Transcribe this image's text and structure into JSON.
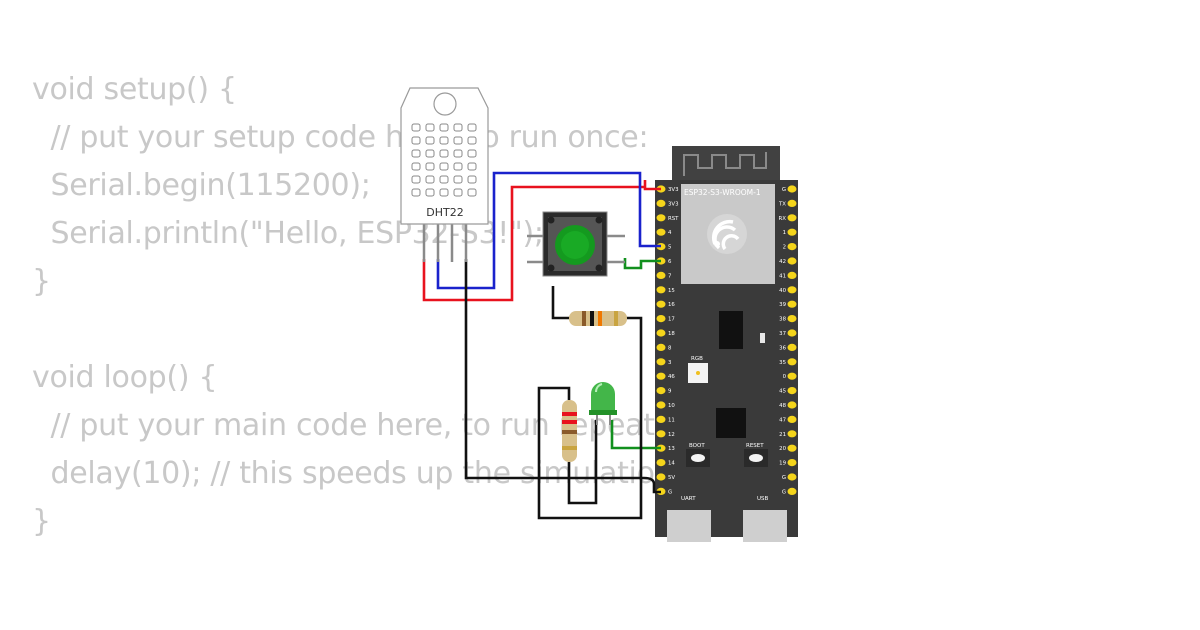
{
  "code_lines": [
    "void setup() {",
    "  // put your setup code here, to run once:",
    "  Serial.begin(115200);",
    "  Serial.println(\"Hello, ESP32-S3!\");",
    "}",
    "",
    "void loop() {",
    "  // put your main code here, to run repeatedly:",
    "  delay(10); // this speeds up the simulation",
    "}"
  ],
  "components": {
    "sensor_label": "DHT22",
    "module_label": "ESP32-S3-WROOM-1",
    "rgb_label": "RGB",
    "boot_label": "BOOT",
    "reset_label": "RESET",
    "uart_label": "UART",
    "usb_label": "USB"
  },
  "board": {
    "left_pins": [
      "3V3",
      "3V3",
      "RST",
      "4",
      "5",
      "6",
      "7",
      "15",
      "16",
      "17",
      "18",
      "8",
      "3",
      "46",
      "9",
      "10",
      "11",
      "12",
      "13",
      "14",
      "5V",
      "G"
    ],
    "right_pins": [
      "G",
      "TX",
      "RX",
      "1",
      "2",
      "42",
      "41",
      "40",
      "39",
      "38",
      "37",
      "36",
      "35",
      "0",
      "45",
      "48",
      "47",
      "21",
      "20",
      "19",
      "G",
      "G"
    ]
  },
  "colors": {
    "wire_red": "#e8121e",
    "wire_blue": "#1a22cc",
    "wire_green": "#12901e",
    "wire_black": "#111111",
    "board": "#3a3a3a",
    "pin": "#f5d51b",
    "led": "#2fae35",
    "button": "#149a1f"
  }
}
